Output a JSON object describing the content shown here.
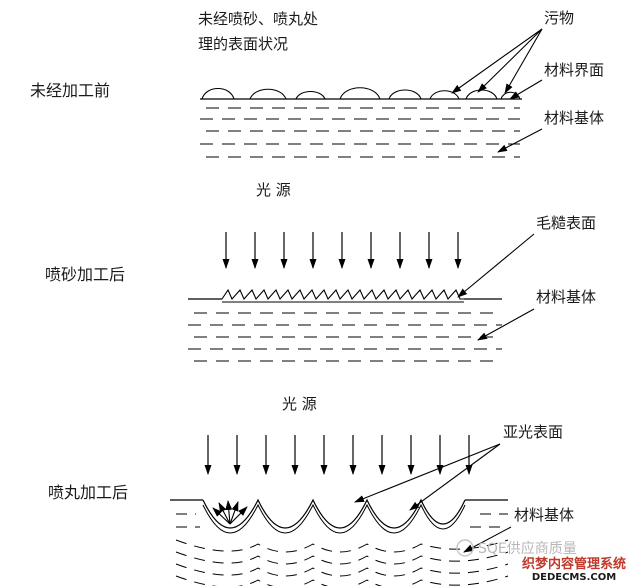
{
  "panel1": {
    "stage_label": "未经加工前",
    "caption_line1": "未经喷砂、喷丸处",
    "caption_line2": "理的表面状况",
    "label_dirt": "污物",
    "label_interface": "材料界面",
    "label_base": "材料基体"
  },
  "panel2": {
    "light_label": "光 源",
    "stage_label": "喷砂加工后",
    "label_rough": "毛糙表面",
    "label_base": "材料基体"
  },
  "panel3": {
    "light_label": "光 源",
    "stage_label": "喷丸加工后",
    "label_matte": "亚光表面",
    "label_base": "材料基体"
  },
  "watermark": {
    "text": "SQE供应商质量",
    "site_top": "织梦内容管理系统",
    "site_bottom": "DEDECMS.COM"
  }
}
